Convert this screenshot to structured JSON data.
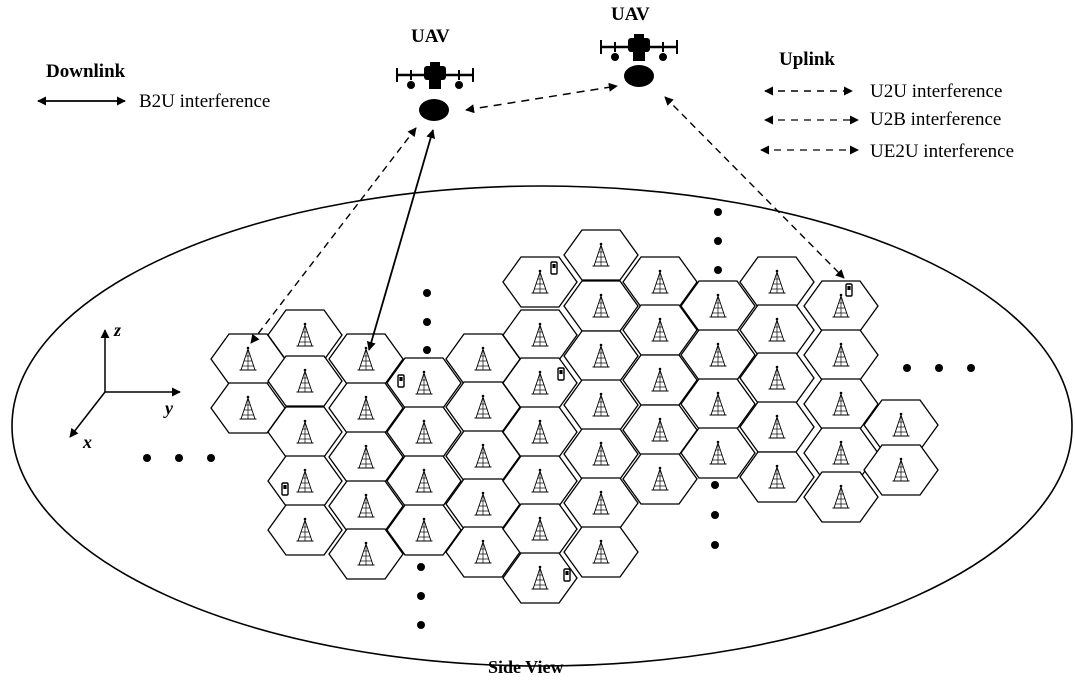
{
  "uav_left": {
    "label": "UAV"
  },
  "uav_right": {
    "label": "UAV"
  },
  "downlink": {
    "title": "Downlink",
    "b2u_label": "B2U interference"
  },
  "uplink": {
    "title": "Uplink",
    "u2u_label": "U2U interference",
    "u2b_label": "U2B interference",
    "ue2u_label": "UE2U interference"
  },
  "axes": {
    "z": "z",
    "y": "y",
    "x": "x"
  },
  "caption": "Side View",
  "colors": {
    "ink": "#000000",
    "background": "#ffffff"
  }
}
